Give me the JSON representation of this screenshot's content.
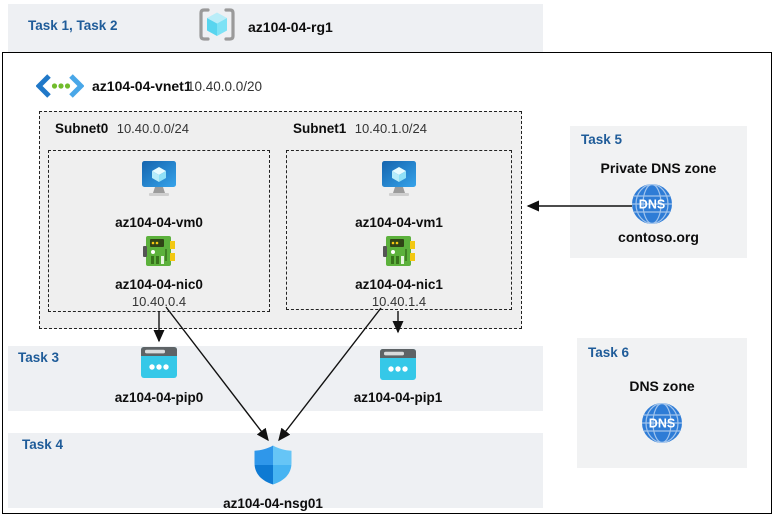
{
  "header": {
    "tasks": "Task 1, Task 2",
    "resource_group": "az104-04-rg1"
  },
  "vnet": {
    "name": "az104-04-vnet1",
    "cidr": "10.40.0.0/20"
  },
  "subnets": [
    {
      "name": "Subnet0",
      "cidr": "10.40.0.0/24",
      "vm": "az104-04-vm0",
      "nic": "az104-04-nic0",
      "ip": "10.40.0.4"
    },
    {
      "name": "Subnet1",
      "cidr": "10.40.1.0/24",
      "vm": "az104-04-vm1",
      "nic": "az104-04-nic1",
      "ip": "10.40.1.4"
    }
  ],
  "task3": {
    "label": "Task 3",
    "pip0": "az104-04-pip0",
    "pip1": "az104-04-pip1"
  },
  "task4": {
    "label": "Task 4",
    "nsg": "az104-04-nsg01"
  },
  "task5": {
    "label": "Task 5",
    "title": "Private DNS zone",
    "zone": "contoso.org",
    "icon_text": "DNS"
  },
  "task6": {
    "label": "Task 6",
    "title": "DNS zone",
    "icon_text": "DNS"
  },
  "colors": {
    "task_label": "#1f5c99",
    "band_bg": "#eef0f3",
    "panel_bg": "#f1f2f3",
    "subnet_bg": "#efefef",
    "line": "#111111"
  }
}
